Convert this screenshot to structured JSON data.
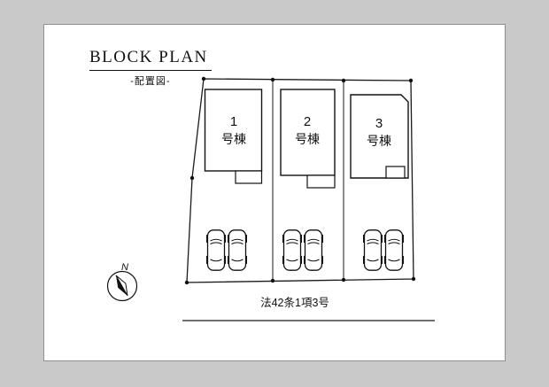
{
  "panel": {
    "title": "BLOCK PLAN",
    "subtitle": "-配置図-"
  },
  "buildings": [
    {
      "number": "1",
      "suffix": "号棟"
    },
    {
      "number": "2",
      "suffix": "号棟"
    },
    {
      "number": "3",
      "suffix": "号棟"
    }
  ],
  "compass": {
    "north_label": "N"
  },
  "road": {
    "label": "法42条1項3号"
  },
  "colors": {
    "background": "#c9c9c9",
    "panel": "#ffffff",
    "line": "#1a1a1a"
  }
}
